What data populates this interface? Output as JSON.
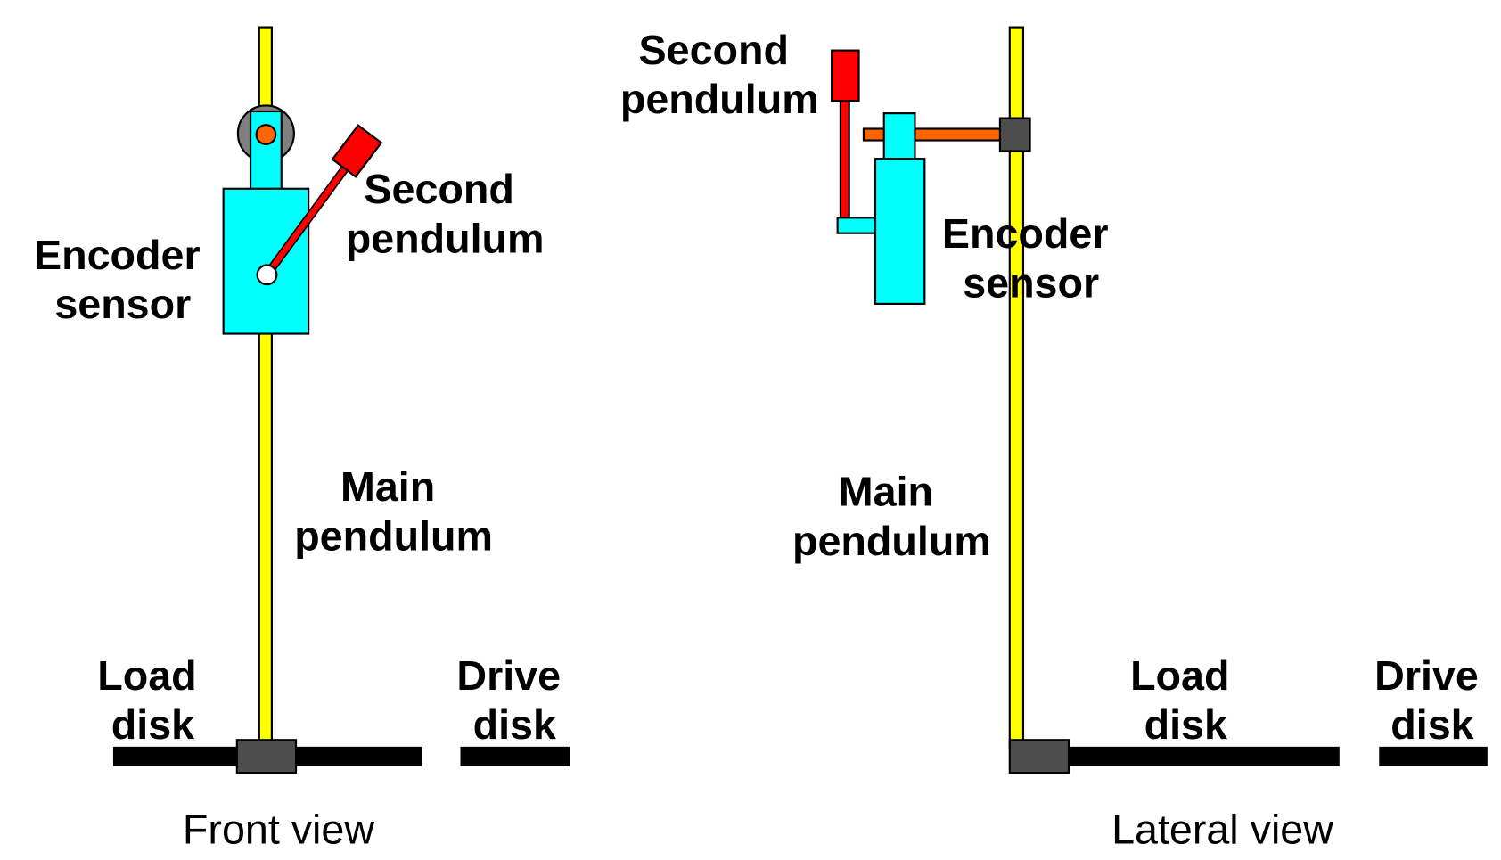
{
  "colors": {
    "main_pendulum": "#ffff00",
    "encoder": "#00ffff",
    "second_pendulum": "#ff0000",
    "axle": "#ff6600",
    "clamp": "#4d4d4d",
    "pivot_disk": "#808080",
    "disk": "#000000"
  },
  "front_view": {
    "caption": "Front view",
    "labels": {
      "second_pendulum": [
        "Second",
        "pendulum"
      ],
      "encoder_sensor": [
        "Encoder",
        "sensor"
      ],
      "main_pendulum": [
        "Main",
        "pendulum"
      ],
      "load_disk": [
        "Load",
        "disk"
      ],
      "drive_disk": [
        "Drive",
        "disk"
      ]
    }
  },
  "lateral_view": {
    "caption": "Lateral view",
    "labels": {
      "second_pendulum": [
        "Second",
        "pendulum"
      ],
      "encoder_sensor": [
        "Encoder",
        "sensor"
      ],
      "main_pendulum": [
        "Main",
        "pendulum"
      ],
      "load_disk": [
        "Load",
        "disk"
      ],
      "drive_disk": [
        "Drive",
        "disk"
      ]
    }
  }
}
